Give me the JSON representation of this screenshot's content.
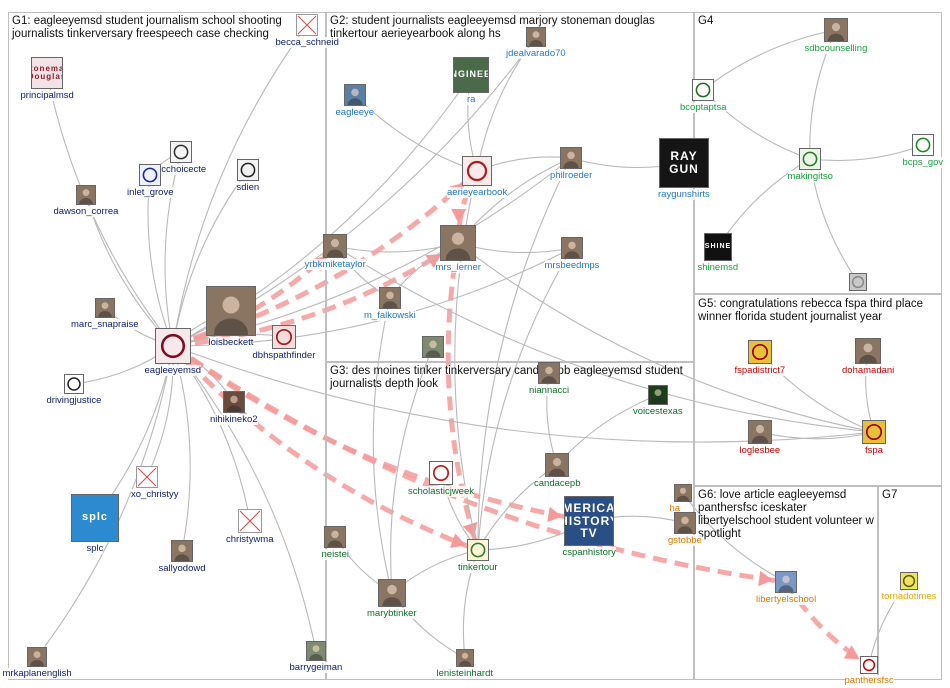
{
  "colors": {
    "g1": "#0b1c6e",
    "g2": "#1f78c9",
    "g3": "#0e6e2a",
    "g4": "#17a33a",
    "g5": "#c00000",
    "g6": "#d57a00",
    "g7": "#e8a800",
    "edge": "#b9b9b9",
    "edge_dark": "#888888",
    "edge_highlight": "#f59a9a",
    "box": "#bfbfbf"
  },
  "groups": [
    {
      "id": "g1",
      "title": "G1: eagleeyemsd student journalism school shooting journalists tinkerversary freespeech case checking"
    },
    {
      "id": "g2",
      "title": "G2: student journalists eagleeyemsd marjory stoneman douglas tinkertour aerieyearbook along hs"
    },
    {
      "id": "g3",
      "title": "G3: des moines tinker tinkerversary candacepb eagleeyemsd student journalists depth look"
    },
    {
      "id": "g4",
      "title": "G4"
    },
    {
      "id": "g5",
      "title": "G5: congratulations rebecca fspa third place winner florida student journalist year"
    },
    {
      "id": "g6",
      "title": "G6: love article eagleeyemsd panthersfsc iceskater libertyelschool student volunteer w spotlight"
    },
    {
      "id": "g7",
      "title": "G7"
    }
  ],
  "nodes": [
    {
      "id": "becca_schneid",
      "label": "becca_schneid",
      "group": "g1",
      "icon": "missing-image"
    },
    {
      "id": "principalmsd",
      "label": "principalmsd",
      "group": "g1",
      "icon": "stoneman-douglas-logo",
      "pic_text": "Stoneman Douglas"
    },
    {
      "id": "bcchoicecte",
      "label": "bcchoicecte",
      "group": "g1",
      "icon": "cup-logo"
    },
    {
      "id": "inlet_grove",
      "label": "inlet_grove",
      "group": "g1",
      "icon": "globe-logo"
    },
    {
      "id": "sdien",
      "label": "sdien",
      "group": "g1",
      "icon": "avatar-sketch"
    },
    {
      "id": "dawson_correa",
      "label": "dawson_correa",
      "group": "g1",
      "icon": "avatar-photo"
    },
    {
      "id": "marc_snapraise",
      "label": "marc_snapraise",
      "group": "g1",
      "icon": "avatar-photo"
    },
    {
      "id": "eagleeyemsd",
      "label": "eagleeyemsd",
      "group": "g1",
      "icon": "eagle-logo"
    },
    {
      "id": "loisbeckett",
      "label": "loisbeckett",
      "group": "g1",
      "icon": "avatar-photo"
    },
    {
      "id": "dbhspathfinder",
      "label": "dbhspathfinder",
      "group": "g1",
      "icon": "school-seal"
    },
    {
      "id": "drivingjustice",
      "label": "drivingjustice",
      "group": "g1",
      "icon": "car-logo"
    },
    {
      "id": "nihikineko2",
      "label": "nihikineko2",
      "group": "g1",
      "icon": "cat-photo"
    },
    {
      "id": "xo_christyy",
      "label": "xo_christyy",
      "group": "g1",
      "icon": "missing-image"
    },
    {
      "id": "splc",
      "label": "splc",
      "group": "g1",
      "icon": "splc-logo",
      "pic_text": "splc"
    },
    {
      "id": "christywma",
      "label": "christywma",
      "group": "g1",
      "icon": "missing-image"
    },
    {
      "id": "sallyodowd",
      "label": "sallyodowd",
      "group": "g1",
      "icon": "avatar-photo"
    },
    {
      "id": "mrkaplanenglish",
      "label": "mrkaplanenglish",
      "group": "g1",
      "icon": "avatar-photo"
    },
    {
      "id": "barrygeiman",
      "label": "barrygeiman",
      "group": "g1",
      "icon": "landscape-photo"
    },
    {
      "id": "jdealvarado70",
      "label": "jdealvarado70",
      "group": "g2",
      "icon": "avatar-photo"
    },
    {
      "id": "ra",
      "label": "ra",
      "group": "g2",
      "icon": "engineer-photo",
      "pic_text": "ENGINEER"
    },
    {
      "id": "eagleeye",
      "label": "eagleeye",
      "group": "g2",
      "icon": "eagle-photo"
    },
    {
      "id": "aerieyearbook",
      "label": "aerieyearbook",
      "group": "g2",
      "icon": "yearbook-logo"
    },
    {
      "id": "philroeder",
      "label": "philroeder",
      "group": "g2",
      "icon": "avatar-photo"
    },
    {
      "id": "raygunshirts",
      "label": "raygunshirts",
      "group": "g2",
      "icon": "raygun-logo",
      "pic_text": "RAY\nGUN"
    },
    {
      "id": "yrbkmiketaylor",
      "label": "yrbkmiketaylor",
      "group": "g2",
      "icon": "avatar-photo"
    },
    {
      "id": "mrs_lerner",
      "label": "mrs_lerner",
      "group": "g2",
      "icon": "avatar-photo"
    },
    {
      "id": "mrsbeedmps",
      "label": "mrsbeedmps",
      "group": "g2",
      "icon": "avatar-photo"
    },
    {
      "id": "m_falkowski",
      "label": "m_falkowski",
      "group": "g2",
      "icon": "avatar-photo"
    },
    {
      "id": "tinker_node",
      "label": "",
      "group": "g2",
      "icon": "landscape-photo"
    },
    {
      "id": "niannacci",
      "label": "niannacci",
      "group": "g3",
      "icon": "avatar-photo"
    },
    {
      "id": "voicestexas",
      "label": "voicestexas",
      "group": "g3",
      "icon": "voices-logo"
    },
    {
      "id": "candacepb",
      "label": "candacepb",
      "group": "g3",
      "icon": "avatar-photo"
    },
    {
      "id": "scholasticjweek",
      "label": "scholasticjweek",
      "group": "g3",
      "icon": "arch-logo"
    },
    {
      "id": "cspanhistory",
      "label": "cspanhistory",
      "group": "g3",
      "icon": "cspan-logo",
      "pic_text": "AMERICAN HISTORY TV"
    },
    {
      "id": "neistei",
      "label": "neistei",
      "group": "g3",
      "icon": "avatar-photo"
    },
    {
      "id": "tinkertour",
      "label": "tinkertour",
      "group": "g3",
      "icon": "tinker-logo"
    },
    {
      "id": "marybtinker",
      "label": "marybtinker",
      "group": "g3",
      "icon": "avatar-photo"
    },
    {
      "id": "lenisteinhardt",
      "label": "lenisteinhardt",
      "group": "g3",
      "icon": "avatar-photo"
    },
    {
      "id": "sdbcounselling",
      "label": "sdbcounselling",
      "group": "g4",
      "icon": "avatar-photo"
    },
    {
      "id": "bcoptaptsa",
      "label": "bcoptaptsa",
      "group": "g4",
      "icon": "pta-logo"
    },
    {
      "id": "makingitso",
      "label": "makingitso",
      "group": "g4",
      "icon": "logo-small"
    },
    {
      "id": "bcps_gov",
      "label": "bcps_gov",
      "group": "g4",
      "icon": "bcps-logo"
    },
    {
      "id": "shinemsd",
      "label": "shinemsd",
      "group": "g4",
      "icon": "shine-logo",
      "pic_text": "SHINE"
    },
    {
      "id": "g4_avatar",
      "label": "",
      "group": "g4",
      "icon": "default-avatar"
    },
    {
      "id": "fspadistrict7",
      "label": "fspadistrict7",
      "group": "g5",
      "icon": "fspa-logo"
    },
    {
      "id": "dohamadani",
      "label": "dohamadani",
      "group": "g5",
      "icon": "avatar-photo"
    },
    {
      "id": "loglesbee",
      "label": "loglesbee",
      "group": "g5",
      "icon": "avatar-photo"
    },
    {
      "id": "fspa",
      "label": "fspa",
      "group": "g5",
      "icon": "fspa-logo"
    },
    {
      "id": "ha",
      "label": "ha",
      "group": "g6",
      "icon": "avatar-photo"
    },
    {
      "id": "gstobbe",
      "label": "gstobbe",
      "group": "g6",
      "icon": "avatar-photo"
    },
    {
      "id": "libertyelschool",
      "label": "libertyelschool",
      "group": "g6",
      "icon": "school-photo"
    },
    {
      "id": "panthersfsc",
      "label": "panthersfsc",
      "group": "g6",
      "icon": "panther-logo"
    },
    {
      "id": "tornadotimes",
      "label": "tornadotimes",
      "group": "g7",
      "icon": "tornado-logo"
    }
  ],
  "edges": [
    [
      "becca_schneid",
      "eagleeyemsd",
      false
    ],
    [
      "principalmsd",
      "eagleeyemsd",
      false
    ],
    [
      "bcchoicecte",
      "eagleeyemsd",
      false
    ],
    [
      "inlet_grove",
      "eagleeyemsd",
      false
    ],
    [
      "sdien",
      "eagleeyemsd",
      false
    ],
    [
      "dawson_correa",
      "eagleeyemsd",
      false
    ],
    [
      "marc_snapraise",
      "eagleeyemsd",
      false
    ],
    [
      "loisbeckett",
      "eagleeyemsd",
      false
    ],
    [
      "dbhspathfinder",
      "eagleeyemsd",
      false
    ],
    [
      "drivingjustice",
      "eagleeyemsd",
      false
    ],
    [
      "nihikineko2",
      "eagleeyemsd",
      false
    ],
    [
      "xo_christyy",
      "eagleeyemsd",
      false
    ],
    [
      "splc",
      "eagleeyemsd",
      false
    ],
    [
      "christywma",
      "eagleeyemsd",
      false
    ],
    [
      "sallyodowd",
      "eagleeyemsd",
      false
    ],
    [
      "mrkaplanenglish",
      "eagleeyemsd",
      false
    ],
    [
      "barrygeiman",
      "eagleeyemsd",
      false
    ],
    [
      "bcchoicecte",
      "inlet_grove",
      false
    ],
    [
      "eagleeyemsd",
      "aerieyearbook",
      true
    ],
    [
      "eagleeyemsd",
      "mrs_lerner",
      true
    ],
    [
      "eagleeyemsd",
      "yrbkmiketaylor",
      true
    ],
    [
      "eagleeyemsd",
      "tinkertour",
      true
    ],
    [
      "eagleeyemsd",
      "cspanhistory",
      true
    ],
    [
      "eagleeyemsd",
      "libertyelschool",
      true
    ],
    [
      "libertyelschool",
      "panthersfsc",
      true
    ],
    [
      "eagleeyemsd",
      "fspa",
      false
    ],
    [
      "eagleeyemsd",
      "ra",
      false
    ],
    [
      "eagleeyemsd",
      "jdealvarado70",
      false
    ],
    [
      "eagleeyemsd",
      "mrsbeedmps",
      false
    ],
    [
      "eagleeyemsd",
      "philroeder",
      false
    ],
    [
      "ra",
      "aerieyearbook",
      false
    ],
    [
      "jdealvarado70",
      "aerieyearbook",
      false
    ],
    [
      "eagleeye",
      "aerieyearbook",
      false
    ],
    [
      "philroeder",
      "aerieyearbook",
      false
    ],
    [
      "philroeder",
      "raygunshirts",
      false
    ],
    [
      "aerieyearbook",
      "mrs_lerner",
      true
    ],
    [
      "yrbkmiketaylor",
      "mrs_lerner",
      false
    ],
    [
      "yrbkmiketaylor",
      "m_falkowski",
      false
    ],
    [
      "mrs_lerner",
      "m_falkowski",
      false
    ],
    [
      "mrs_lerner",
      "tinkertour",
      true
    ],
    [
      "mrs_lerner",
      "mrsbeedmps",
      false
    ],
    [
      "aerieyearbook",
      "tinkertour",
      false
    ],
    [
      "philroeder",
      "tinkertour",
      false
    ],
    [
      "philroeder",
      "mrs_lerner",
      false
    ],
    [
      "mrsbeedmps",
      "tinkertour",
      false
    ],
    [
      "tinkertour",
      "marybtinker",
      false
    ],
    [
      "tinkertour",
      "lenisteinhardt",
      false
    ],
    [
      "scholasticjweek",
      "tinkertour",
      false
    ],
    [
      "candacepb",
      "tinkertour",
      false
    ],
    [
      "niannacci",
      "candacepb",
      false
    ],
    [
      "voicestexas",
      "candacepb",
      false
    ],
    [
      "neistei",
      "marybtinker",
      false
    ],
    [
      "tinkertour",
      "cspanhistory",
      false
    ],
    [
      "tinker_node",
      "marybtinker",
      false
    ],
    [
      "m_falkowski",
      "marybtinker",
      false
    ],
    [
      "marybtinker",
      "lenisteinhardt",
      false
    ],
    [
      "sdbcounselling",
      "makingitso",
      false
    ],
    [
      "bcoptaptsa",
      "makingitso",
      false
    ],
    [
      "makingitso",
      "bcps_gov",
      false
    ],
    [
      "makingitso",
      "shinemsd",
      false
    ],
    [
      "makingitso",
      "g4_avatar",
      false
    ],
    [
      "sdbcounselling",
      "bcoptaptsa",
      false
    ],
    [
      "fspadistrict7",
      "fspa",
      false
    ],
    [
      "dohamadani",
      "fspa",
      false
    ],
    [
      "loglesbee",
      "fspa",
      false
    ],
    [
      "mrs_lerner",
      "fspa",
      false
    ],
    [
      "yrbkmiketaylor",
      "fspa",
      false
    ],
    [
      "gstobbe",
      "cspanhistory",
      false
    ],
    [
      "ha",
      "libertyelschool",
      false
    ],
    [
      "tornadotimes",
      "panthersfsc",
      false
    ]
  ]
}
